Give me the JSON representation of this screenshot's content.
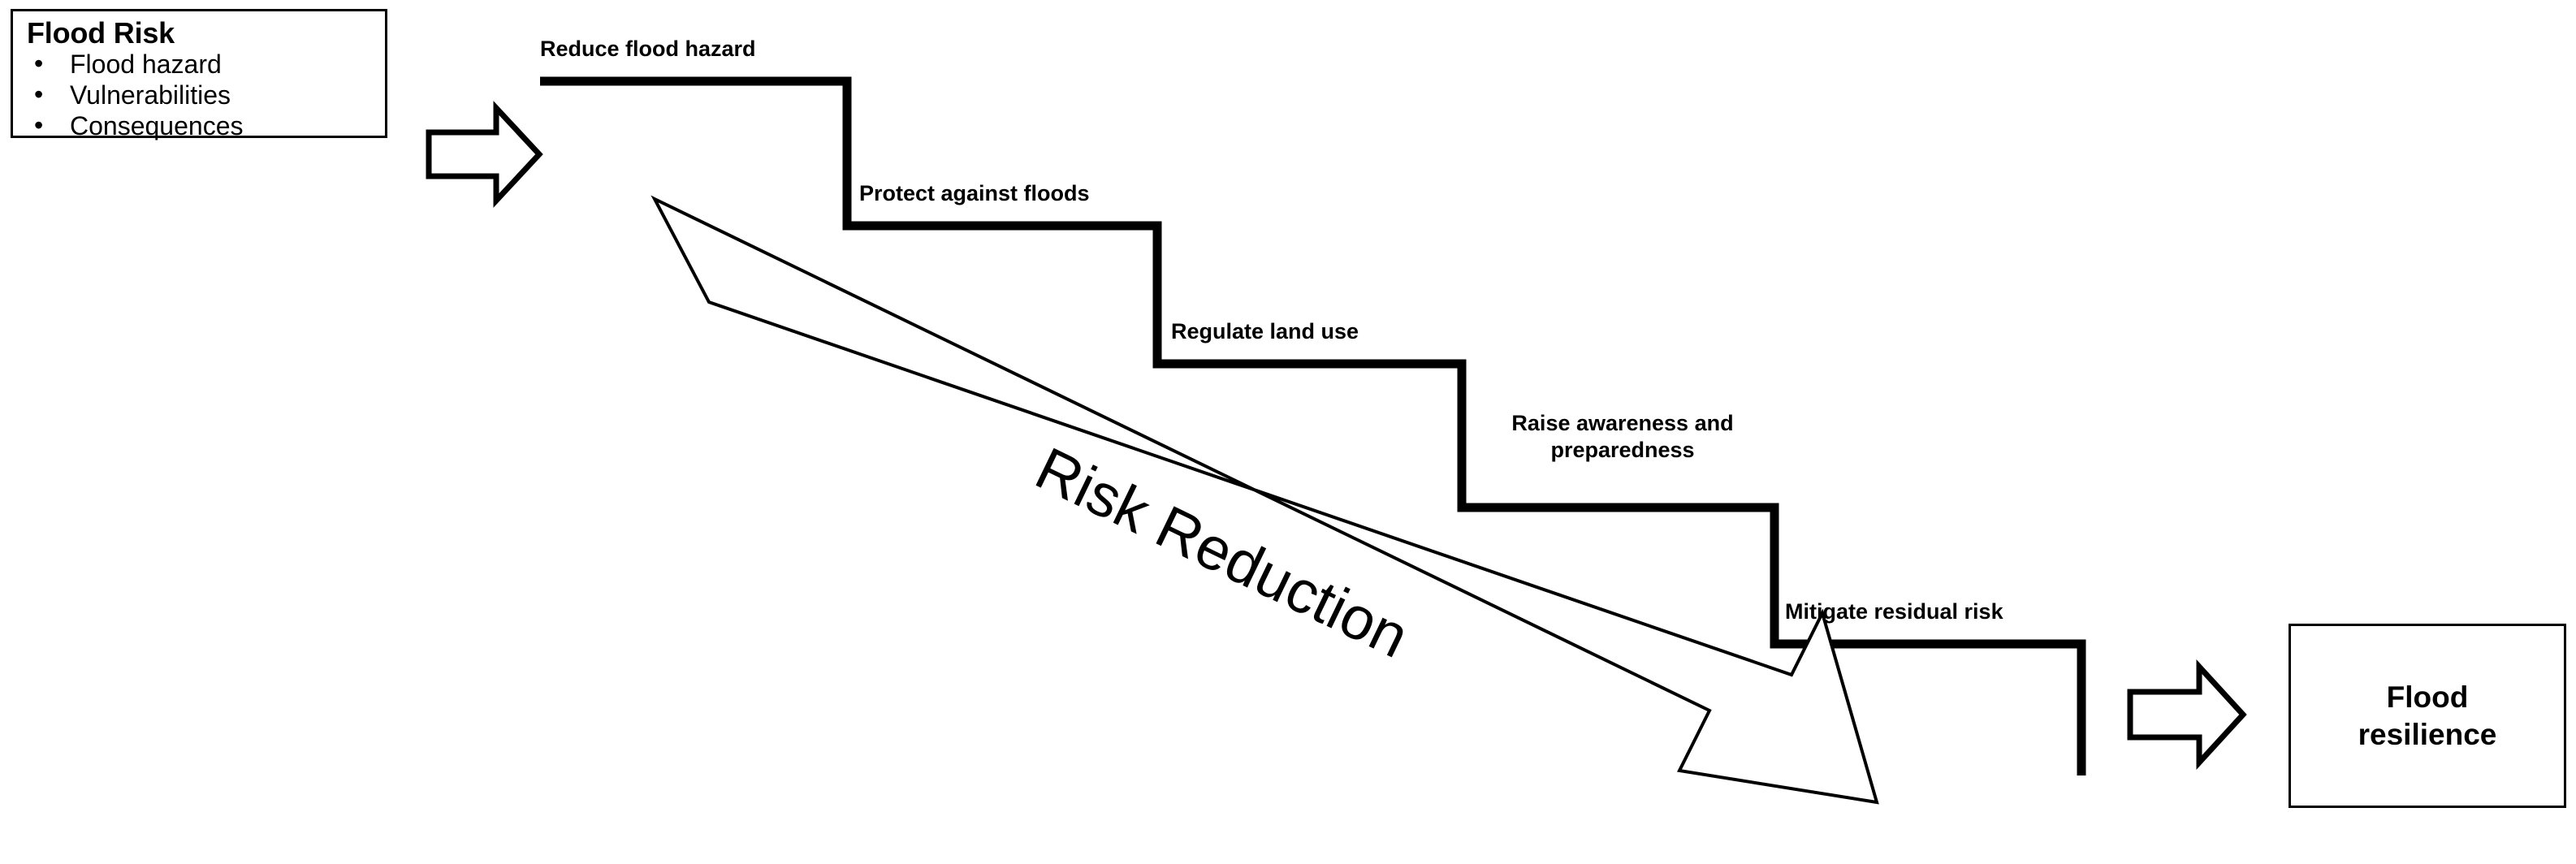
{
  "diagram": {
    "title": "Flood risk reduction staircase",
    "stroke_color": "#000000",
    "background_color": "#ffffff"
  },
  "input_box": {
    "title": "Flood Risk",
    "bullet_glyph": "•",
    "items": [
      {
        "label": "Flood hazard"
      },
      {
        "label": "Vulnerabilities"
      },
      {
        "label": "Consequences"
      }
    ]
  },
  "input_arrow": {
    "name": "right-block-arrow"
  },
  "staircase": {
    "steps": [
      {
        "label": "Reduce flood hazard"
      },
      {
        "label": "Protect against floods"
      },
      {
        "label": "Regulate land use"
      },
      {
        "label": "Raise awareness and\npreparedness"
      },
      {
        "label": "Mitigate residual risk"
      }
    ]
  },
  "risk_reduction_arrow": {
    "label": "Risk Reduction"
  },
  "output_arrow": {
    "name": "right-block-arrow"
  },
  "output_box": {
    "label": "Flood\nresilience"
  }
}
